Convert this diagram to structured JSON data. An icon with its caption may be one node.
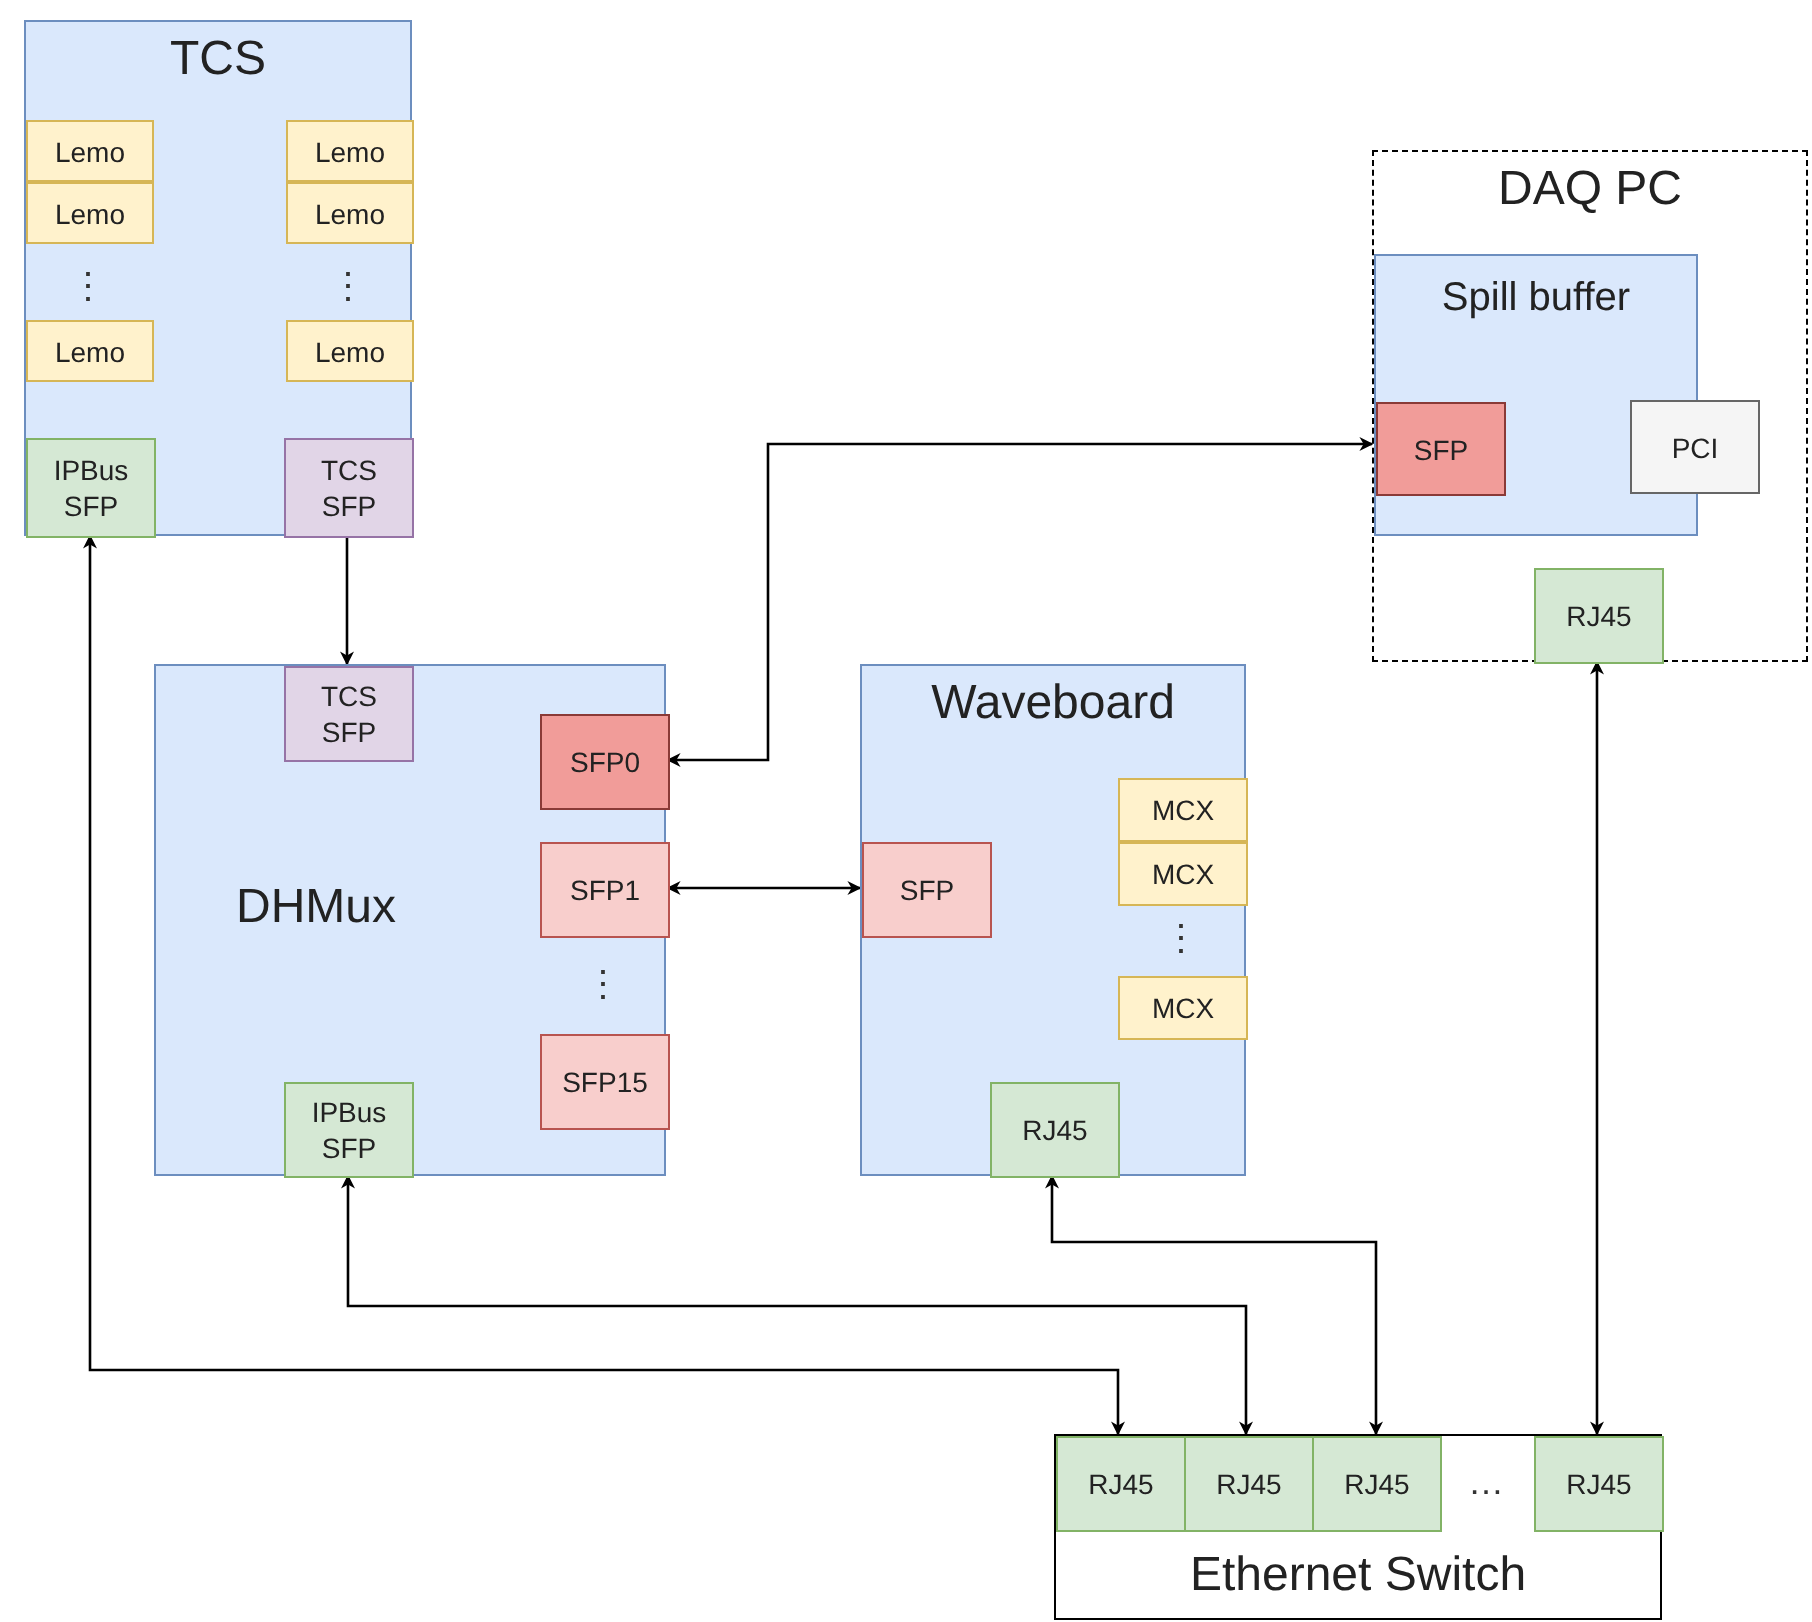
{
  "diagram": {
    "nodes": [
      {
        "text": [
          "TCS"
        ]
      },
      {
        "text": [
          "Lemo"
        ],
        "in": 0
      },
      {
        "text": [
          "Lemo"
        ],
        "in": 0
      },
      {
        "text": [
          "Lemo"
        ],
        "in": 0
      },
      {
        "text": [
          "Lemo"
        ],
        "in": 0
      },
      {
        "text": [
          "Lemo"
        ],
        "in": 0
      },
      {
        "text": [
          "Lemo"
        ],
        "in": 0
      },
      {
        "text": [
          "IPBus SFP"
        ],
        "in": 0
      },
      {
        "text": [
          "TCS SFP"
        ],
        "in": 0
      },
      {
        "text": [
          "DAQ PC"
        ]
      },
      {
        "text": [
          "Spill buffer"
        ],
        "in": 9
      },
      {
        "text": [
          "SFP"
        ],
        "in": 10
      },
      {
        "text": [
          "PCI"
        ],
        "in": 9
      },
      {
        "text": [
          "RJ45"
        ],
        "in": 9
      },
      {
        "text": [
          "DHMux"
        ]
      },
      {
        "text": [
          "TCS SFP"
        ],
        "in": 14
      },
      {
        "text": [
          "SFP0"
        ],
        "in": 14
      },
      {
        "text": [
          "SFP1"
        ],
        "in": 14
      },
      {
        "text": [
          "SFP15"
        ],
        "in": 14
      },
      {
        "text": [
          "IPBus SFP"
        ],
        "in": 14
      },
      {
        "text": [
          "Waveboard"
        ]
      },
      {
        "text": [
          "SFP"
        ],
        "in": 20
      },
      {
        "text": [
          "MCX"
        ],
        "in": 20
      },
      {
        "text": [
          "MCX"
        ],
        "in": 20
      },
      {
        "text": [
          "MCX"
        ],
        "in": 20
      },
      {
        "text": [
          "RJ45"
        ],
        "in": 20
      },
      {
        "text": [
          "Ethernet Switch"
        ]
      },
      {
        "text": [
          "RJ45"
        ],
        "in": 26
      },
      {
        "text": [
          "RJ45"
        ],
        "in": 26
      },
      {
        "text": [
          "RJ45"
        ],
        "in": 26
      },
      {
        "text": [
          "RJ45"
        ],
        "in": 26
      }
    ],
    "edges": [
      {
        "from": 8,
        "to": 15,
        "arrow": "to"
      },
      {
        "from": 16,
        "to": 11,
        "arrow": "both"
      },
      {
        "from": 17,
        "to": 21,
        "arrow": "both"
      },
      {
        "from": 7,
        "to": 27,
        "arrow": "both"
      },
      {
        "from": 19,
        "to": 28,
        "arrow": "both"
      },
      {
        "from": 25,
        "to": 29,
        "arrow": "both"
      },
      {
        "from": 13,
        "to": 30,
        "arrow": "both"
      }
    ],
    "labels": [
      "⋮",
      "⋮",
      "⋮",
      "⋮",
      "…"
    ]
  }
}
